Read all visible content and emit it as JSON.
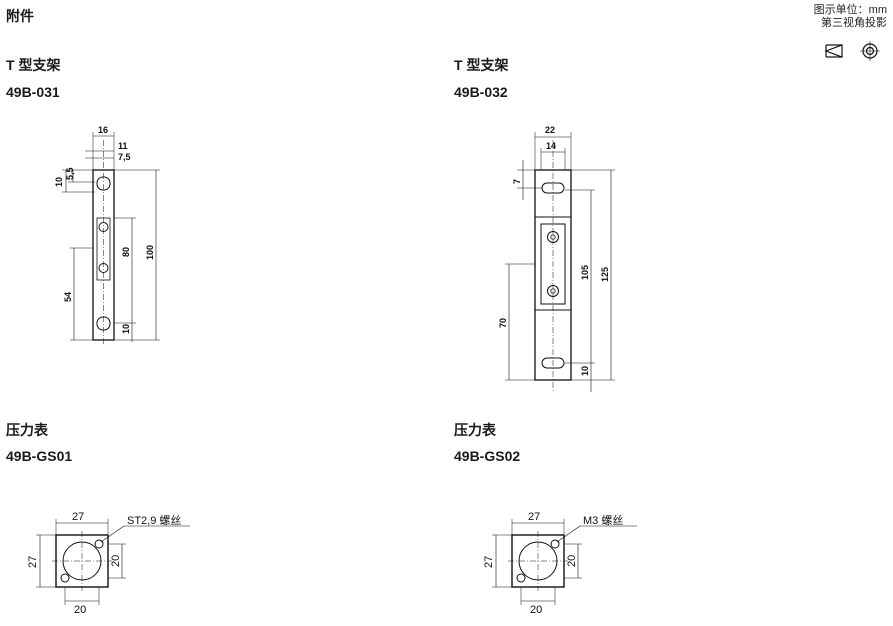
{
  "page": {
    "title": "附件",
    "units_line1": "图示单位：mm",
    "units_line2": "第三视角投影"
  },
  "items": [
    {
      "name": "T 型支架",
      "code": "49B-031",
      "dims": {
        "w16": "16",
        "d11": "11",
        "d7_5": "7,5",
        "d10a": "10",
        "d5_5": "5,5",
        "d80": "80",
        "d100": "100",
        "d54": "54",
        "d10b": "10"
      }
    },
    {
      "name": "T 型支架",
      "code": "49B-032",
      "dims": {
        "w22": "22",
        "d14": "14",
        "d7": "7",
        "d105": "105",
        "d125": "125",
        "d70": "70",
        "d10": "10"
      }
    },
    {
      "name": "压力表",
      "code": "49B-GS01",
      "dims": {
        "top": "27",
        "side": "27",
        "right": "20",
        "bottom": "20",
        "screw": "ST2,9 螺丝"
      }
    },
    {
      "name": "压力表",
      "code": "49B-GS02",
      "dims": {
        "top": "27",
        "side": "27",
        "right": "20",
        "bottom": "20",
        "screw": "M3 螺丝"
      }
    }
  ]
}
